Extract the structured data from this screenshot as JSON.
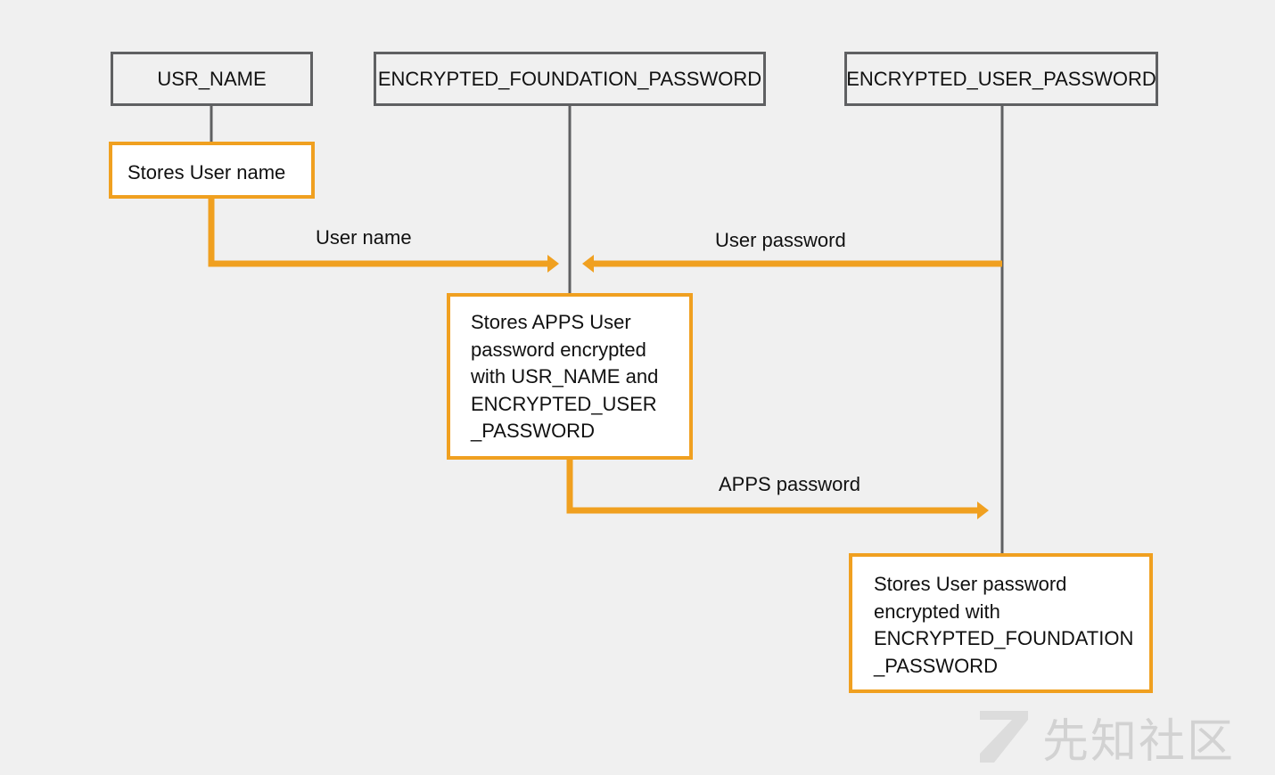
{
  "headers": {
    "usr_name": "USR_NAME",
    "encrypted_foundation_password": "ENCRYPTED_FOUNDATION_PASSWORD",
    "encrypted_user_password": "ENCRYPTED_USER_PASSWORD"
  },
  "notes": {
    "usr_name": [
      "Stores User name"
    ],
    "foundation": [
      "Stores APPS User",
      "password encrypted",
      "with USR_NAME and",
      "ENCRYPTED_USER",
      "_PASSWORD"
    ],
    "user_password": [
      "Stores User password",
      "encrypted with",
      "ENCRYPTED_FOUNDATION",
      "_PASSWORD"
    ]
  },
  "messages": {
    "user_name": "User name",
    "user_password": "User password",
    "apps_password": "APPS password"
  },
  "watermark": {
    "text": "先知社区",
    "icon": "logo-icon"
  },
  "colors": {
    "background": "#f0f0f0",
    "lifeline": "#5f6062",
    "accent": "#f0a020"
  }
}
